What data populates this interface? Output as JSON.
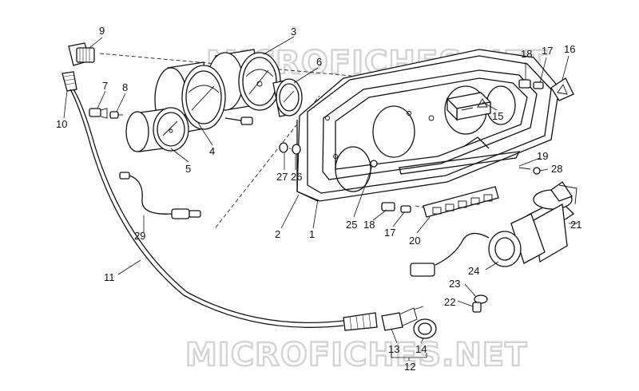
{
  "watermark": "MICROFICHES.NET",
  "parts": [
    {
      "num": "9"
    },
    {
      "num": "3"
    },
    {
      "num": "6"
    },
    {
      "num": "7"
    },
    {
      "num": "8"
    },
    {
      "num": "10"
    },
    {
      "num": "4"
    },
    {
      "num": "5"
    },
    {
      "num": "27"
    },
    {
      "num": "26"
    },
    {
      "num": "15"
    },
    {
      "num": "18"
    },
    {
      "num": "17"
    },
    {
      "num": "16"
    },
    {
      "num": "19"
    },
    {
      "num": "28"
    },
    {
      "num": "25"
    },
    {
      "num": "18"
    },
    {
      "num": "17"
    },
    {
      "num": "20"
    },
    {
      "num": "21"
    },
    {
      "num": "24"
    },
    {
      "num": "23"
    },
    {
      "num": "22"
    },
    {
      "num": "1"
    },
    {
      "num": "2"
    },
    {
      "num": "29"
    },
    {
      "num": "11"
    },
    {
      "num": "13"
    },
    {
      "num": "14"
    },
    {
      "num": "12"
    }
  ]
}
